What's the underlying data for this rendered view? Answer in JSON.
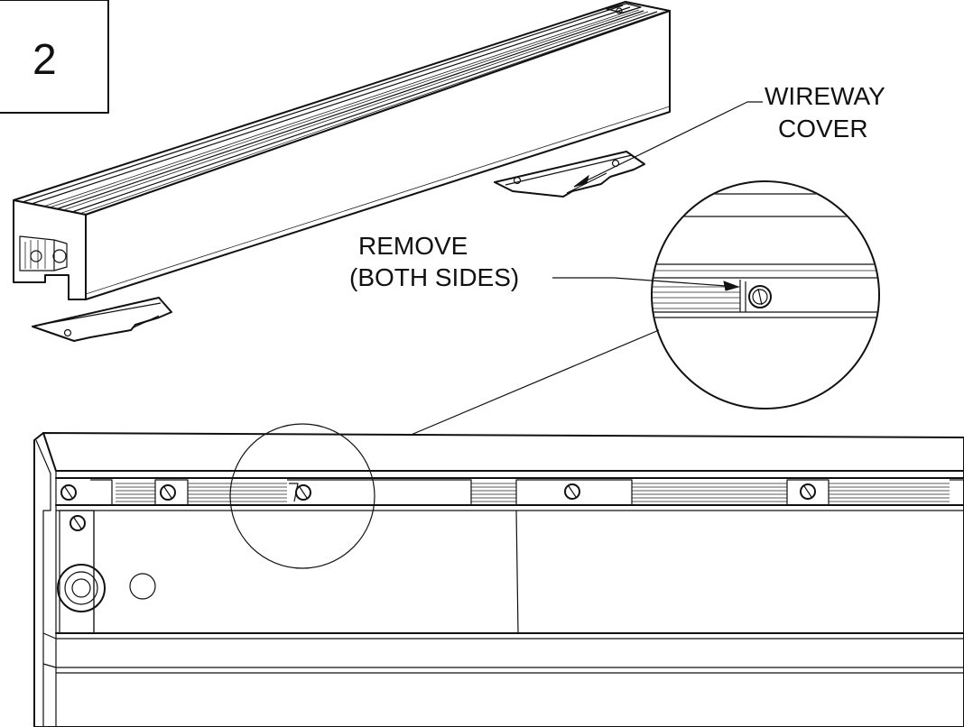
{
  "step": {
    "number": "2"
  },
  "callouts": {
    "wireway_cover": {
      "line1": "WIREWAY",
      "line2": "COVER"
    },
    "remove": {
      "line1": "REMOVE",
      "line2": "(BOTH SIDES)"
    }
  },
  "colors": {
    "ink": "#111111",
    "paper": "#ffffff"
  }
}
